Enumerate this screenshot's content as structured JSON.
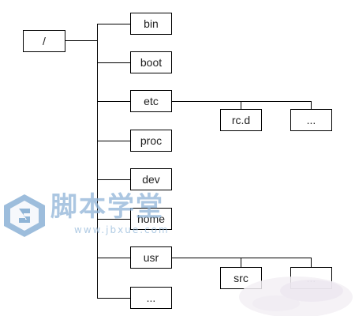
{
  "diagram": {
    "root": {
      "label": "/"
    },
    "children": [
      {
        "label": "bin"
      },
      {
        "label": "boot"
      },
      {
        "label": "etc",
        "children": [
          {
            "label": "rc.d"
          },
          {
            "label": "..."
          }
        ]
      },
      {
        "label": "proc"
      },
      {
        "label": "dev"
      },
      {
        "label": "home"
      },
      {
        "label": "usr",
        "children": [
          {
            "label": "src"
          },
          {
            "label": "..."
          }
        ]
      },
      {
        "label": "..."
      }
    ]
  },
  "watermark": {
    "text": "脚本学堂",
    "url": "www.jbxue.com",
    "color": "#8fb4d8"
  },
  "colors": {
    "line": "#000000",
    "node_border": "#000000",
    "text": "#222222",
    "background": "#ffffff"
  }
}
